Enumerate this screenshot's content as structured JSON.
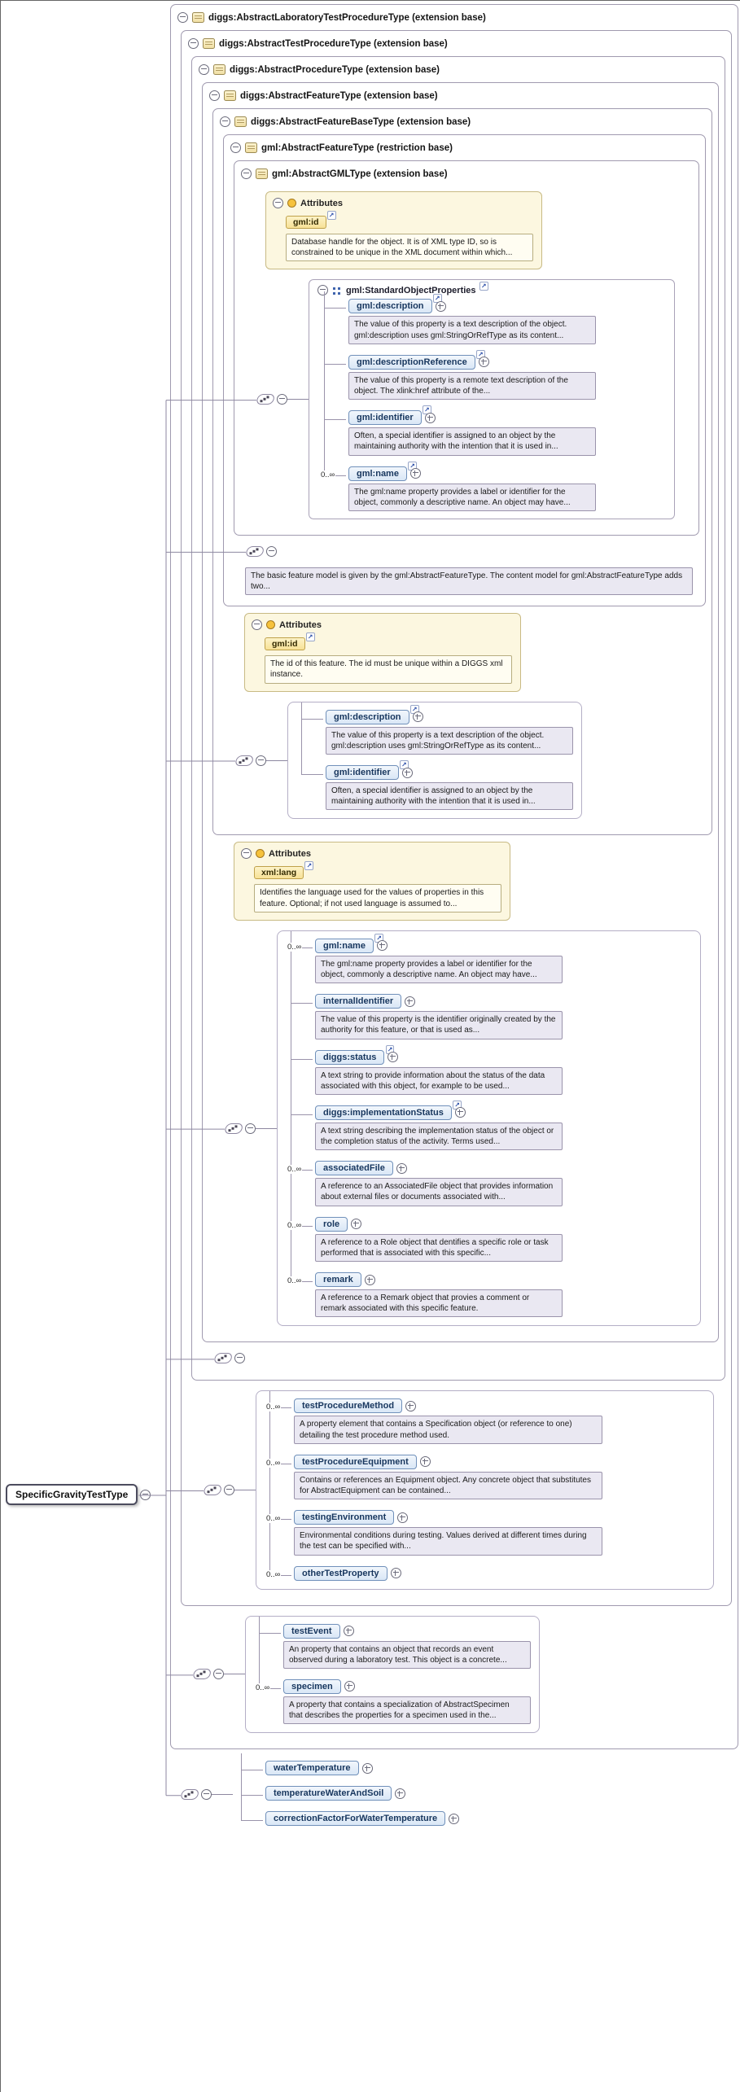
{
  "labels": {
    "attributes": "Attributes"
  },
  "icons": {
    "collapse": "circled-minus",
    "expand": "circled-plus",
    "link": "↗",
    "sequence": "slanted-badge-with-three-squares",
    "complex_type": "yellow-rounded-square",
    "group": "blue-dots-square",
    "attribute": "yellow-circle"
  },
  "root_element": {
    "label": "SpecificGravityTestType"
  },
  "types": {
    "lab": {
      "title": "diggs:AbstractLaboratoryTestProcedureType (extension base)"
    },
    "test": {
      "title": "diggs:AbstractTestProcedureType (extension base)"
    },
    "procedure": {
      "title": "diggs:AbstractProcedureType (extension base)"
    },
    "diggs_feature": {
      "title": "diggs:AbstractFeatureType (extension base)"
    },
    "feature_base": {
      "title": "diggs:AbstractFeatureBaseType (extension base)"
    },
    "gml_feature": {
      "title": "gml:AbstractFeatureType (restriction base)"
    },
    "gml_abstract_gml": {
      "title": "gml:AbstractGMLType (extension base)"
    }
  },
  "gml_abstract_gml": {
    "attribute": {
      "name": "gml:id",
      "doc": "Database handle for the object. It is of XML type ID, so is constrained to be unique in the XML document within which..."
    },
    "group": {
      "name": "gml:StandardObjectProperties",
      "children": [
        {
          "label": "gml:description",
          "link": true,
          "doc": "The value of this property is a text description of the object. gml:description uses gml:StringOrRefType as its content..."
        },
        {
          "label": "gml:descriptionReference",
          "link": true,
          "doc": "The value of this property is a remote text description of the object. The xlink:href attribute of the..."
        },
        {
          "label": "gml:identifier",
          "link": true,
          "doc": "Often, a special identifier is assigned to an object by the maintaining authority with the intention that it is used in..."
        },
        {
          "cardinality": "0..∞",
          "label": "gml:name",
          "link": true,
          "doc": "The gml:name property provides a label or identifier for the object, commonly a descriptive name. An object may have..."
        }
      ]
    }
  },
  "gml_feature": {
    "doc": "The basic feature model is given by the gml:AbstractFeatureType. The content model for gml:AbstractFeatureType adds two..."
  },
  "feature_base": {
    "attribute": {
      "name": "gml:id",
      "doc": "The id of this feature. The id must be unique within a DIGGS xml instance."
    },
    "children": [
      {
        "label": "gml:description",
        "link": true,
        "doc": "The value of this property is a text description of the object. gml:description uses gml:StringOrRefType as its content..."
      },
      {
        "label": "gml:identifier",
        "link": true,
        "doc": "Often, a special identifier is assigned to an object by the maintaining authority with the intention that it is used in..."
      }
    ]
  },
  "diggs_feature": {
    "attribute": {
      "name": "xml:lang",
      "doc": "Identifies the language used for the values of properties in this feature. Optional; if not used language is assumed to..."
    },
    "children": [
      {
        "cardinality": "0..∞",
        "label": "gml:name",
        "link": true,
        "doc": "The gml:name property provides a label or identifier for the object, commonly a descriptive name. An object may have..."
      },
      {
        "label": "internalIdentifier",
        "doc": "The value of this property is the identifier originally created by the authority for this feature, or that is used as..."
      },
      {
        "label": "diggs:status",
        "link": true,
        "doc": "A text string to provide information about the status of the data associated with this object, for example to be used..."
      },
      {
        "label": "diggs:implementationStatus",
        "link": true,
        "doc": "A text string describing the implementation status of the object or the completion status of the activity. Terms used..."
      },
      {
        "cardinality": "0..∞",
        "label": "associatedFile",
        "doc": "A reference to an AssociatedFile object that provides information about external files or documents associated with..."
      },
      {
        "cardinality": "0..∞",
        "label": "role",
        "doc": "A reference to a Role object that dentifies a specific role or task performed that is associated with this specific..."
      },
      {
        "cardinality": "0..∞",
        "label": "remark",
        "doc": "A reference to a Remark object that provies a comment or remark associated with this specific feature."
      }
    ]
  },
  "test": {
    "children": [
      {
        "cardinality": "0..∞",
        "label": "testProcedureMethod",
        "doc": "A property element that contains a Specification object (or reference to one) detailing the test procedure method used."
      },
      {
        "cardinality": "0..∞",
        "label": "testProcedureEquipment",
        "doc": "Contains or references an Equipment object. Any concrete object that substitutes for AbstractEquipment can be contained..."
      },
      {
        "cardinality": "0..∞",
        "label": "testingEnvironment",
        "doc": "Environmental conditions during testing. Values derived at different times during the test can be specified with..."
      },
      {
        "cardinality": "0..∞",
        "label": "otherTestProperty"
      }
    ]
  },
  "lab": {
    "children": [
      {
        "label": "testEvent",
        "doc": "An property that contains an object that records an event observed during a laboratory test. This object is a concrete..."
      },
      {
        "cardinality": "0..∞",
        "label": "specimen",
        "doc": "A property that contains a specialization of AbstractSpecimen that describes the properties for a specimen used in the..."
      }
    ]
  },
  "root_sequence": {
    "children": [
      {
        "label": "waterTemperature"
      },
      {
        "label": "temperatureWaterAndSoil"
      },
      {
        "label": "correctionFactorForWaterTemperature"
      }
    ]
  }
}
